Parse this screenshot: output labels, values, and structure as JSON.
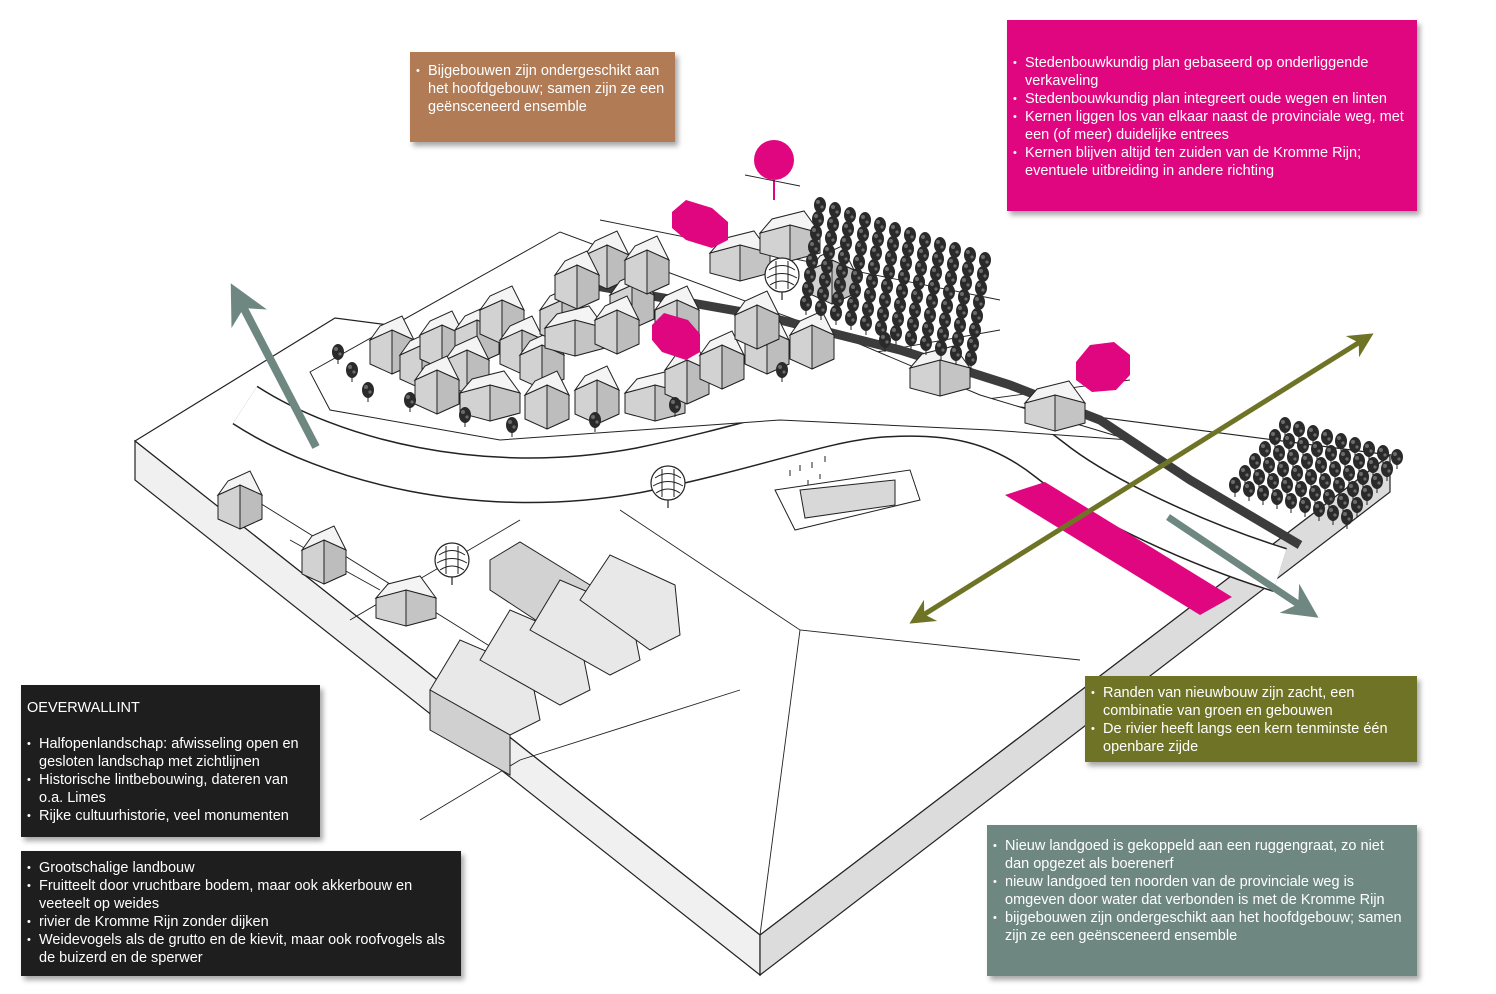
{
  "colors": {
    "brown": "#b07b55",
    "pink": "#e0067f",
    "olive": "#6f7326",
    "gray_green": "#6e8780",
    "black": "#1e1e1e",
    "road": "#3c3c3c",
    "building": "#d2d2d2"
  },
  "icons": [
    "arrow-icon",
    "tree-icon",
    "house-icon",
    "map-pin-icon"
  ],
  "annotations": {
    "brown": {
      "items": [
        "Bijgebouwen zijn ondergeschikt aan het hoofdgebouw; samen zijn ze een geënsceneerd ensemble"
      ]
    },
    "pink": {
      "items": [
        "Stedenbouwkundig plan gebaseerd op onderliggende verkaveling",
        "Stedenbouwkundig plan integreert oude wegen en linten",
        "Kernen liggen los van elkaar naast de provinciale weg, met een (of meer) duidelijke entrees",
        "Kernen blijven altijd ten zuiden van de Kromme Rijn; eventuele uitbreiding in andere richting"
      ]
    },
    "olive": {
      "items": [
        "Randen van nieuwbouw zijn zacht, een combinatie van groen en gebouwen",
        "De rivier heeft langs een kern tenminste één openbare zijde"
      ]
    },
    "gray": {
      "items": [
        "Nieuw landgoed is gekoppeld aan een ruggengraat, zo niet dan opgezet als boerenerf",
        "nieuw landgoed ten noorden van de provinciale weg is omgeven door water dat verbonden is met de Kromme Rijn",
        "bijgebouwen zijn ondergeschikt aan het hoofdgebouw; samen zijn ze een geënsceneerd ensemble"
      ]
    },
    "black1": {
      "title": "OEVERWALLINT",
      "items": [
        "Halfopenlandschap: afwisseling open en gesloten landschap met zichtlijnen",
        "Historische lintbebouwing, dateren van o.a. Limes",
        "Rijke cultuurhistorie, veel monumenten"
      ]
    },
    "black2": {
      "items": [
        "Grootschalige landbouw",
        "Fruitteelt door vruchtbare bodem, maar ook akkerbouw en veeteelt op weides",
        "rivier de Kromme Rijn zonder dijken",
        "Weidevogels als de grutto en de kievit, maar ook roofvogels als de buizerd en de sperwer"
      ]
    }
  }
}
